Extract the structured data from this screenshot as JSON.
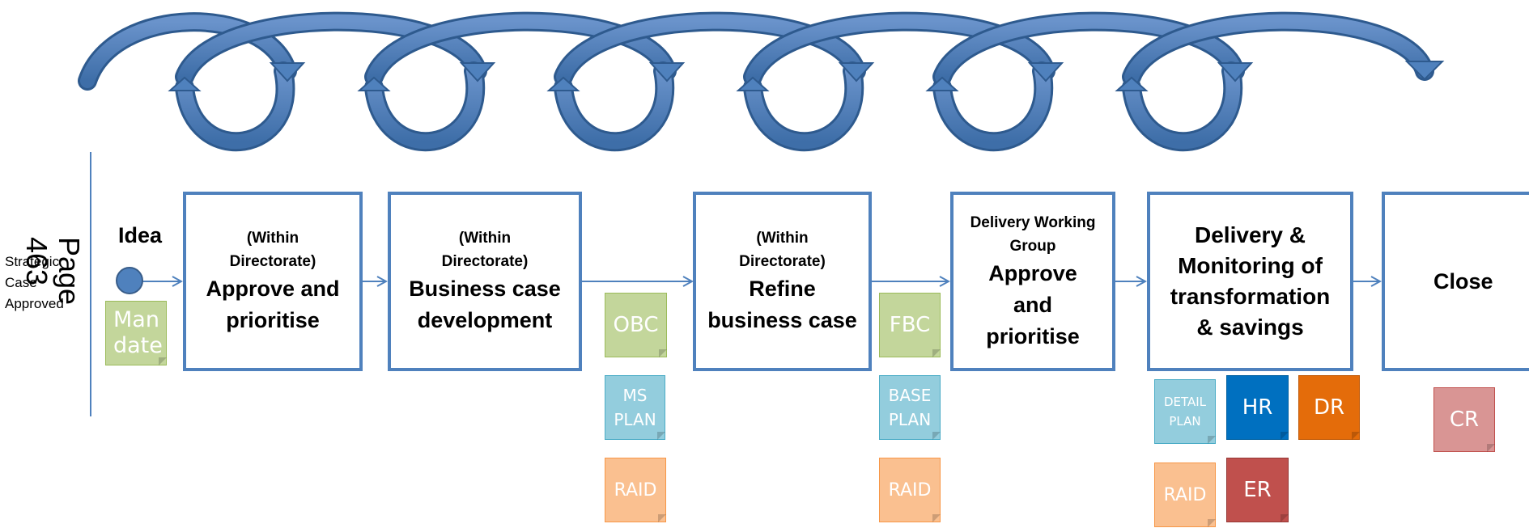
{
  "page_label": "Page 463",
  "start_label": "Strategic Case Approved",
  "idea_label": "Idea",
  "stages": [
    {
      "sub": "(Within Directorate)",
      "main": "Approve and prioritise"
    },
    {
      "sub": "(Within Directorate)",
      "main": "Business case development"
    },
    {
      "sub": "(Within Directorate)",
      "main": "Refine business case"
    },
    {
      "sub": "Delivery Working Group",
      "main": "Approve and prioritise"
    },
    {
      "sub": "",
      "main": "Delivery & Monitoring of transformation & savings"
    },
    {
      "sub": "",
      "main": "Close"
    }
  ],
  "documents": {
    "mandate": "Man date",
    "obc": "OBC",
    "ms_plan": "MS PLAN",
    "raid_1": "RAID",
    "fbc": "FBC",
    "base_plan": "BASE PLAN",
    "raid_2": "RAID",
    "detail_plan": "DETAIL PLAN",
    "hr": "HR",
    "dr": "DR",
    "raid_3": "RAID",
    "er": "ER",
    "cr": "CR"
  },
  "colors": {
    "stage_border": "#4F81BD",
    "loop_arrow": "#4F81BD",
    "note_green": "#C3D69B",
    "note_light_blue": "#93CDDD",
    "note_orange": "#FAC090",
    "note_blue": "#0070C0",
    "note_dark_orange": "#E46C0A",
    "note_pink": "#D99594",
    "note_red": "#C0504D"
  }
}
